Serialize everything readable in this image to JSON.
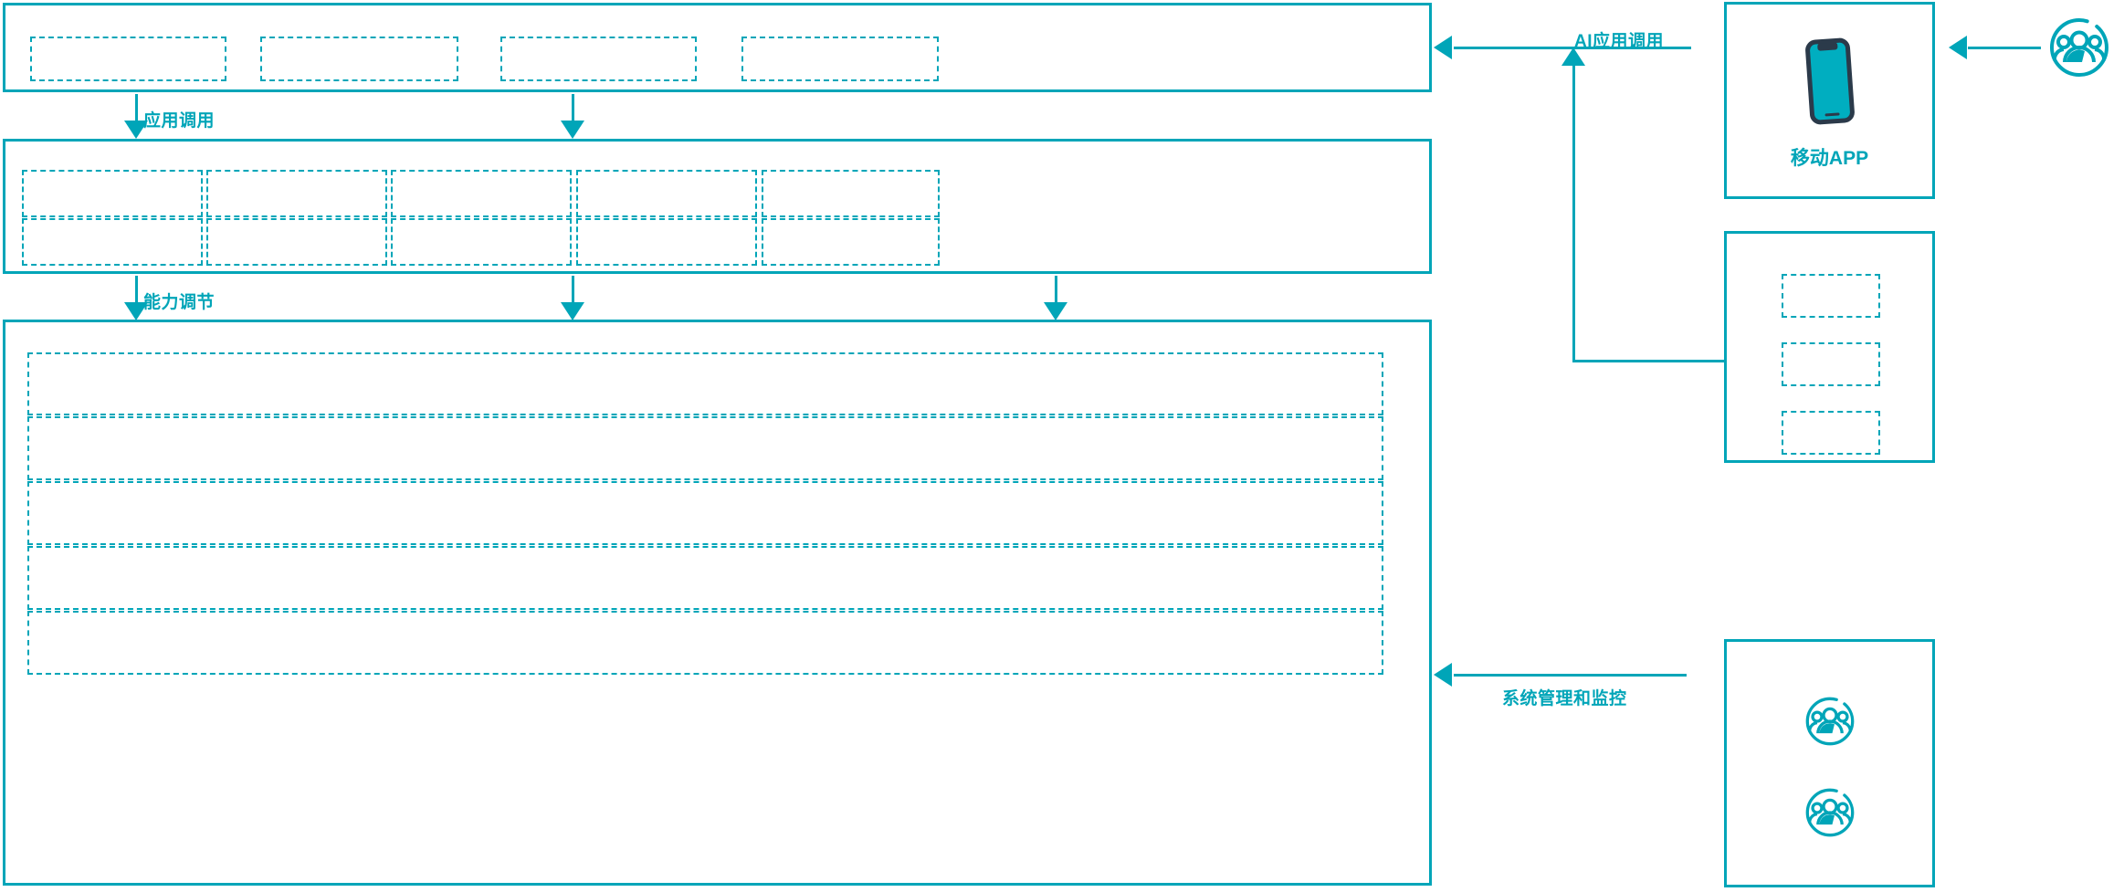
{
  "theme": {
    "accent": "#00a5b8",
    "icon_fill": "#00aec0",
    "icon_outline": "#2b3a4a"
  },
  "layers": [
    {
      "name": "application-layer",
      "slot_count": 4,
      "slots": [
        {
          "label": ""
        },
        {
          "label": ""
        },
        {
          "label": ""
        },
        {
          "label": ""
        }
      ]
    },
    {
      "name": "capability-layer",
      "slot_count": 10,
      "columns": 5,
      "rows": 2,
      "slots": [
        {
          "label": ""
        },
        {
          "label": ""
        },
        {
          "label": ""
        },
        {
          "label": ""
        },
        {
          "label": ""
        },
        {
          "label": ""
        },
        {
          "label": ""
        },
        {
          "label": ""
        },
        {
          "label": ""
        },
        {
          "label": ""
        }
      ]
    },
    {
      "name": "infrastructure-layer",
      "slot_count": 5,
      "slots": [
        {
          "label": ""
        },
        {
          "label": ""
        },
        {
          "label": ""
        },
        {
          "label": ""
        },
        {
          "label": ""
        }
      ]
    }
  ],
  "flows": {
    "app_invoke": "应用调用",
    "capability_adjust": "能力调节",
    "ai_app_invoke": "AI应用调用",
    "system_admin_monitor": "系统管理和监控"
  },
  "right_panels": {
    "mobile_app": {
      "caption": "移动APP",
      "icon": "smartphone-icon"
    },
    "channel_stack": {
      "slot_count": 3,
      "slots": [
        {
          "label": ""
        },
        {
          "label": ""
        },
        {
          "label": ""
        }
      ]
    },
    "operators": {
      "icons": [
        "user-group-icon",
        "user-group-icon"
      ]
    }
  },
  "actors": {
    "end_user": {
      "icon": "user-group-icon",
      "label": ""
    }
  }
}
